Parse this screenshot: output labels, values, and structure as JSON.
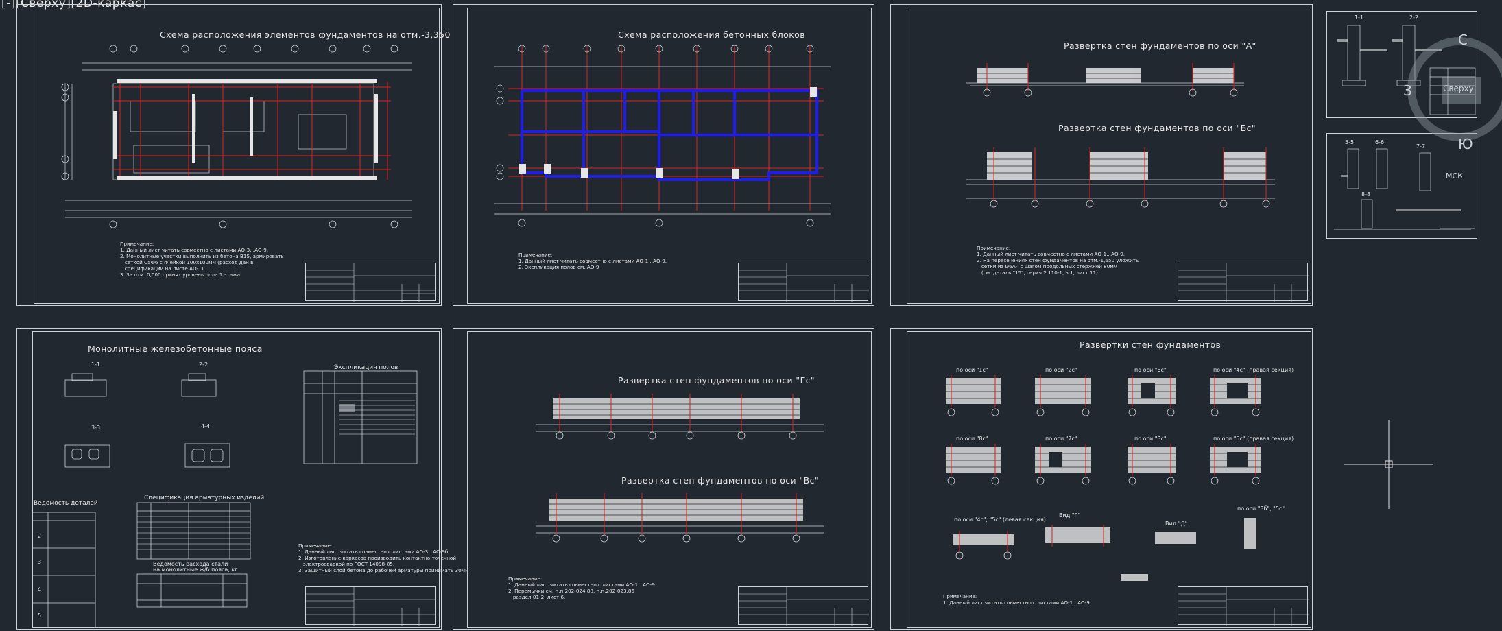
{
  "viewport": {
    "label": "[-][Сверху][2D-каркас]"
  },
  "sheets": [
    {
      "id": "sheet-1",
      "title": "Схема расположения элементов фундаментов на отм.-3,350",
      "notes": "Примечание:\n1. Данный лист читать совместно с листами АО-3...АО-9.\n2. Монолитные участки выполнить из бетона В15, армировать\n   сеткой С5Ф6 с ячейкой 100х100мм (расход дан в\n   спецификации на листе АО-1).\n3. За отм. 0,000 принят уровень пола 1 этажа."
    },
    {
      "id": "sheet-2",
      "title": "Схема расположения бетонных блоков",
      "notes": "Примечание:\n1. Данный лист читать совместно с листами АО-1...АО-9.\n2. Экспликация полов см. АО-9"
    },
    {
      "id": "sheet-3",
      "title": "Развертка стен фундаментов по оси \"А\"",
      "title2": "Развертка стен фундаментов по оси \"Бс\"",
      "notes": "Примечание:\n1. Данный лист читать совместно с листами АО-1...АО-9.\n2. На пересечениях стен фундаментов на отм.-1,650 уложить\n   сетки из Ø6А-I с шагом продольных стержней 80мм\n   (см. деталь \"15\", серия 2.110-1, в.1, лист 11)."
    },
    {
      "id": "sheet-4",
      "title": "Монолитные железобетонные пояса",
      "title_expl": "Экспликация полов",
      "title_parts": "Ведомость деталей",
      "title_spec": "Спецификация арматурных изделий",
      "title_steel": "Ведомость расхода стали\nна монолитные ж/б пояса, кг",
      "sections": [
        "1-1",
        "2-2",
        "3-3",
        "4-4"
      ],
      "parts_rows": [
        "2",
        "3",
        "4",
        "5"
      ],
      "notes": "Примечание:\n1. Данный лист читать совместно с листами АО-3...АО-9б.\n2. Изготовление каркасов производить контактно-точечной\n   электросваркой по ГОСТ 14098-85.\n3. Защитный слой бетона до рабочей арматуры принимать 30мм"
    },
    {
      "id": "sheet-5",
      "title": "Развертка стен фундаментов по оси \"Гс\"",
      "title2": "Развертка стен фундаментов по оси \"Вс\"",
      "notes": "Примечание:\n1. Данный лист читать совместно с листами АО-1...АО-9.\n2. Перемычки см. п.п.202-024.88, п.п.202-023.86\n   раздел 01-2, лист 6."
    },
    {
      "id": "sheet-6",
      "title": "Развертки стен фундаментов",
      "labels": [
        "по оси \"1с\"",
        "по оси \"2с\"",
        "по оси \"6с\"",
        "по оси \"4с\" (правая секция)",
        "по оси \"8с\"",
        "по оси \"7с\"",
        "по оси \"3с\"",
        "по оси \"5с\" (правая секция)",
        "по оси \"4с\", \"5с\" (левая секция)",
        "Вид \"Г\"",
        "Вид \"Д\"",
        "по оси \"3б\", \"5с\""
      ],
      "notes": "Примечание:\n1. Данный лист читать совместно с листами АО-1...АО-9."
    }
  ],
  "thumbnails": [
    {
      "id": "thumb-1",
      "labels": [
        "1-1",
        "2-2"
      ]
    },
    {
      "id": "thumb-2",
      "labels": [
        "5-5",
        "6-6",
        "7-7",
        "8-8"
      ]
    }
  ],
  "navigation": {
    "top": "С",
    "side": "З",
    "south": "Ю",
    "cube_label": "Сверху",
    "wcs": "МСК"
  },
  "colors": {
    "background": "#212830",
    "frame": "#cfd3d8",
    "red_axis": "#e02020",
    "blue_blocks": "#1e1ee8"
  }
}
